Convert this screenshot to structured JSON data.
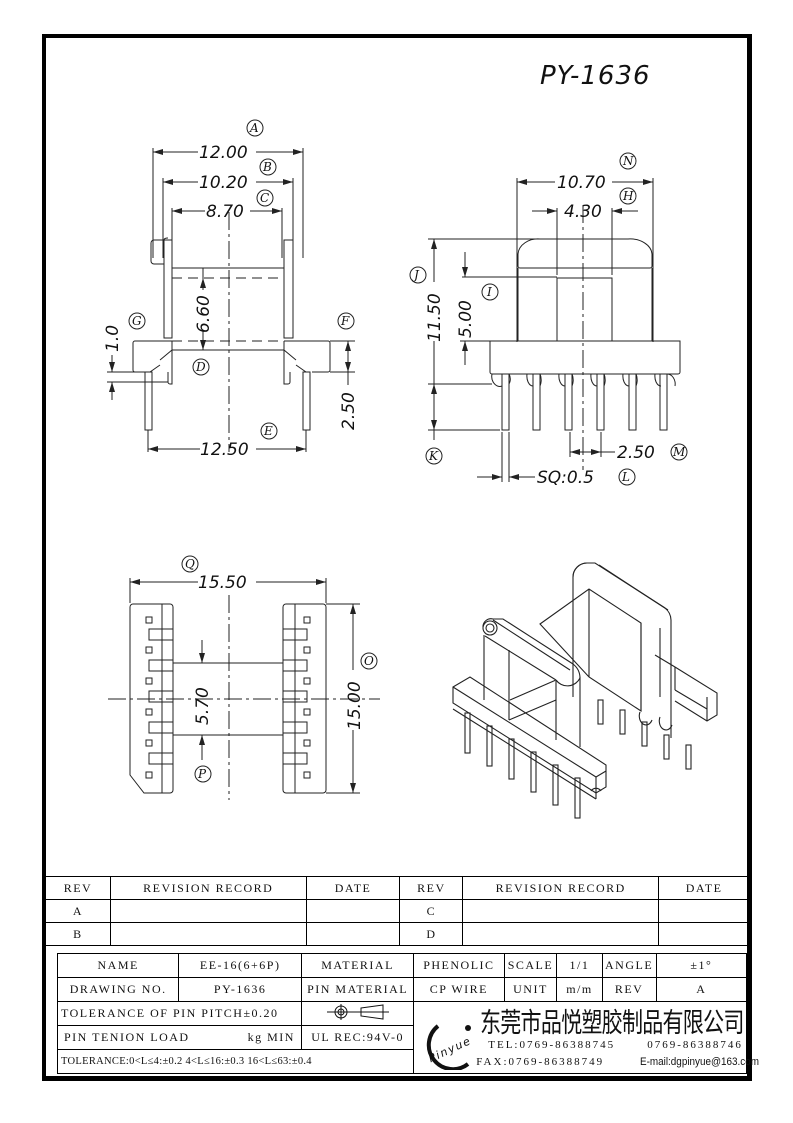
{
  "drawing": {
    "title": "PY-1636",
    "front_view": {
      "dims": [
        {
          "label": "A",
          "value": "12.00"
        },
        {
          "label": "B",
          "value": "10.20"
        },
        {
          "label": "C",
          "value": "8.70"
        },
        {
          "label": "D",
          "value": "6.60"
        },
        {
          "label": "E",
          "value": "12.50"
        },
        {
          "label": "F",
          "value": "2.50"
        },
        {
          "label": "G",
          "value": "1.0"
        }
      ]
    },
    "side_view": {
      "dims": [
        {
          "label": "N",
          "value": "10.70"
        },
        {
          "label": "H",
          "value": "4.30"
        },
        {
          "label": "J",
          "value": "11.50"
        },
        {
          "label": "I",
          "value": "5.00"
        },
        {
          "label": "K",
          "value": ""
        },
        {
          "label": "M",
          "value": "2.50"
        },
        {
          "label": "L",
          "value": "SQ:0.5"
        }
      ]
    },
    "bottom_view": {
      "dims": [
        {
          "label": "Q",
          "value": "15.50"
        },
        {
          "label": "O",
          "value": "15.00"
        },
        {
          "label": "P",
          "value": "5.70"
        }
      ]
    }
  },
  "revision_table": {
    "headers": [
      "REV",
      "REVISION RECORD",
      "DATE",
      "REV",
      "REVISION RECORD",
      "DATE"
    ],
    "rows": [
      [
        "A",
        "",
        "",
        "C",
        "",
        ""
      ],
      [
        "B",
        "",
        "",
        "D",
        "",
        ""
      ]
    ]
  },
  "title_block": {
    "name_label": "NAME",
    "name_value": "EE-16(6+6P)",
    "material_label": "MATERIAL",
    "material_value": "PHENOLIC",
    "scale_label": "SCALE",
    "scale_value": "1/1",
    "angle_label": "ANGLE",
    "angle_value": "±1°",
    "drawing_no_label": "DRAWING NO.",
    "drawing_no_value": "PY-1636",
    "pin_material_label": "PIN MATERIAL",
    "pin_material_value": "CP WIRE",
    "unit_label": "UNIT",
    "unit_value": "m/m",
    "rev_label": "REV",
    "rev_value": "A",
    "pitch_tolerance": "TOLERANCE OF PIN PITCH±0.20",
    "pin_load_label": "PIN TENION LOAD",
    "pin_load_unit": "kg MIN",
    "ul_rec": "UL REC:94V-0",
    "general_tolerance": "TOLERANCE:0<L≤4:±0.2  4<L≤16:±0.3  16<L≤63:±0.4",
    "company": {
      "logo_text": "Pinyue",
      "name_cn": "东莞市品悦塑胶制品有限公司",
      "tel": "TEL:0769-86388745",
      "tel2": "0769-86388746",
      "fax": "FAX:0769-86388749",
      "email": "E-mail:dgpinyue@163.com"
    }
  }
}
